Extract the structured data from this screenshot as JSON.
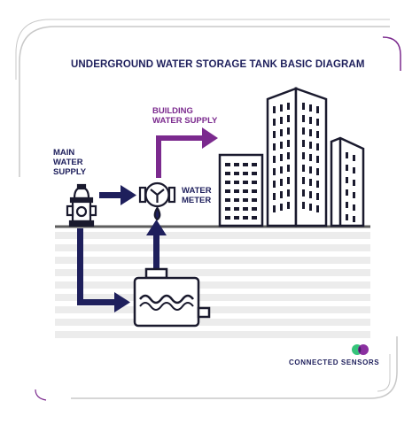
{
  "title": "UNDERGROUND WATER STORAGE TANK BASIC DIAGRAM",
  "labels": {
    "main_water_supply": [
      "MAIN",
      "WATER",
      "SUPPLY"
    ],
    "building_water_supply": [
      "BUILDING",
      "WATER SUPPLY"
    ],
    "water_meter": [
      "WATER",
      "METER"
    ]
  },
  "brand": "CONNECTED SENSORS",
  "colors": {
    "navy": "#1e1f5c",
    "purple": "#7b2a8e",
    "ground_line": "#5e5e5e",
    "soil_stripe": "#ececec",
    "frame_gray": "#c8c8c8",
    "logo_green": "#35c47a",
    "logo_purple": "#8a2fa0"
  },
  "icons": [
    "fire-hydrant-icon",
    "water-meter-icon",
    "water-tank-icon",
    "building-icon",
    "connected-sensors-logo-icon"
  ]
}
